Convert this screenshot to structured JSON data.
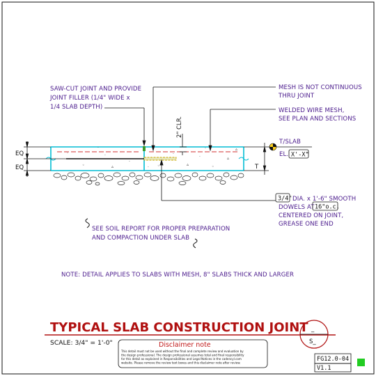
{
  "title": "TYPICAL SLAB CONSTRUCTION JOINT",
  "scale": "SCALE: 3/4\" = 1'-0\"",
  "notes": {
    "sawcut": [
      "SAW-CUT JOINT AND PROVIDE",
      "JOINT FILLER (1/4\" WIDE x",
      "1/4 SLAB DEPTH)"
    ],
    "mesh_not_continuous": [
      "MESH IS NOT CONTINUOUS",
      "THRU JOINT"
    ],
    "welded_wire": [
      "WELDED WIRE MESH,",
      "SEE PLAN AND SECTIONS"
    ],
    "clearance": "2\" CLR.",
    "tslab": "T/SLAB",
    "el_prefix": "EL.",
    "el_value": "X'-X\"",
    "dowel_size": "3/4\"",
    "dowel_line1_rest": "DIA. x 1'-6\" SMOOTH",
    "dowels_at": "DOWELS AT",
    "dowel_spacing": "16\"o.c.",
    "dowel_lines": [
      "CENTERED ON  JOINT,",
      "GREASE ONE END"
    ],
    "soil": [
      "SEE SOIL REPORT FOR PROPER PREPARATION",
      "AND COMPACTION UNDER SLAB"
    ],
    "detail_note": "NOTE: DETAIL APPLIES TO SLABS WITH MESH, 8\" SLABS THICK AND LARGER",
    "dim_eq_top": "EQ",
    "dim_eq_bottom": "EQ",
    "dim_t": "T"
  },
  "disclaimer": {
    "heading": "Disclaimer note",
    "lines": [
      "This detail must not be used without the final and complete review and evaluation by",
      "the design professional. The design professional assumes total and final responsibility",
      "for this detail as explained in Responsibilities and Legal Notices in the cadencyl.com",
      "website. Please remove the review text boxes and this disclaimer note after review."
    ]
  },
  "section_marker": {
    "top": "_",
    "bottom": "S_"
  },
  "sheet": {
    "number": "FG12.0-04",
    "version": "V1.1"
  },
  "colors": {
    "title": "#b01010",
    "notes": "#4a1a8c",
    "mesh": "#d03030",
    "slab": "#00bcd4",
    "status": "#22cc22"
  }
}
